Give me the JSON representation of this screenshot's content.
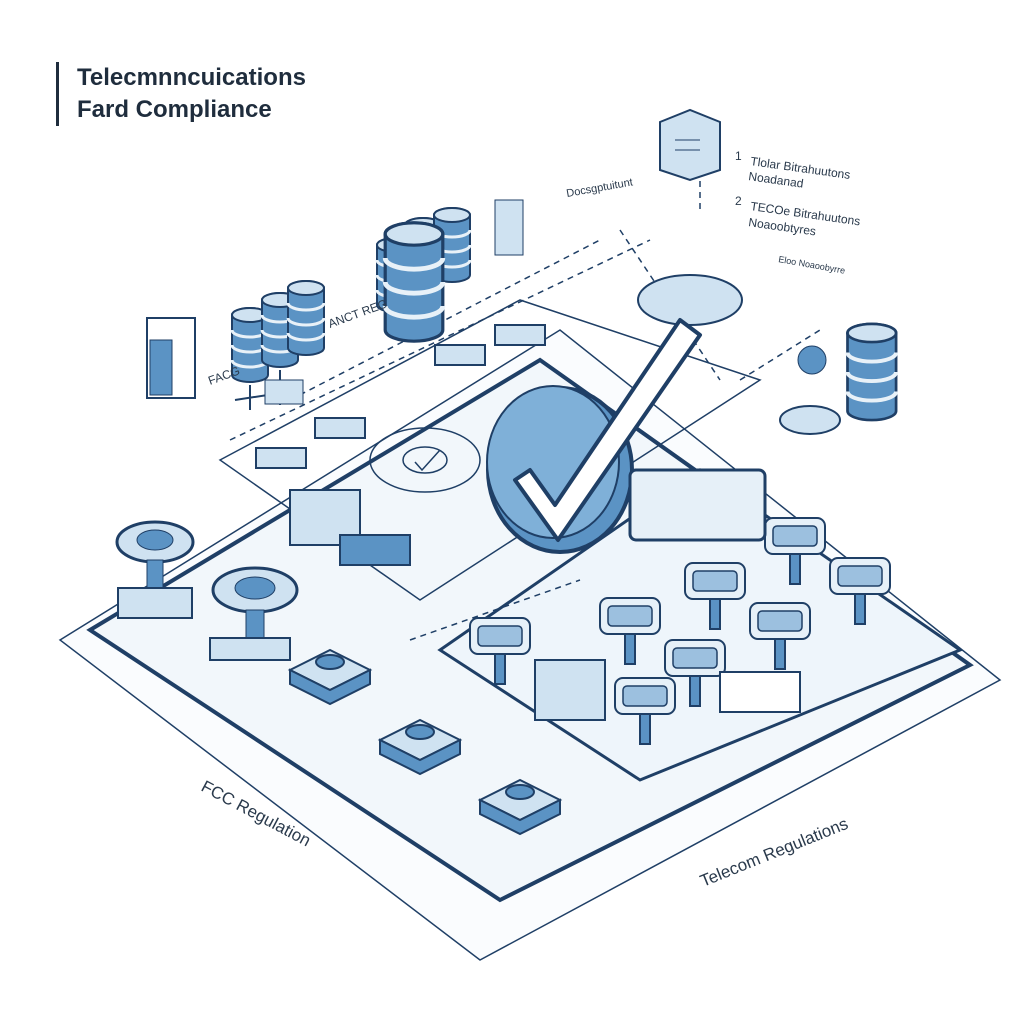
{
  "title": {
    "line1": "Telecmnncuications",
    "line2": "Fard Compliance"
  },
  "labels": {
    "fcc_regulation": "FCC Regulation",
    "telecom_regulations": "Telecom Regulations",
    "facg": "FACG",
    "anct_reg": "ANCT REG",
    "doc_label": "Docsgptuitunt",
    "note1_num": "1",
    "note1_line1": "Tlolar Bitrahuutons",
    "note1_line2": "Noadanad",
    "note2_num": "2",
    "note2_line1": "TECOe Bitrahuutons",
    "note2_line2": "Noaoobtyres",
    "note3": "Eloo Noaoobyrre"
  },
  "colors": {
    "accent": "#5b93c4",
    "light": "#cfe2f1",
    "stroke": "#1f3f66",
    "text": "#1f2d3d"
  }
}
